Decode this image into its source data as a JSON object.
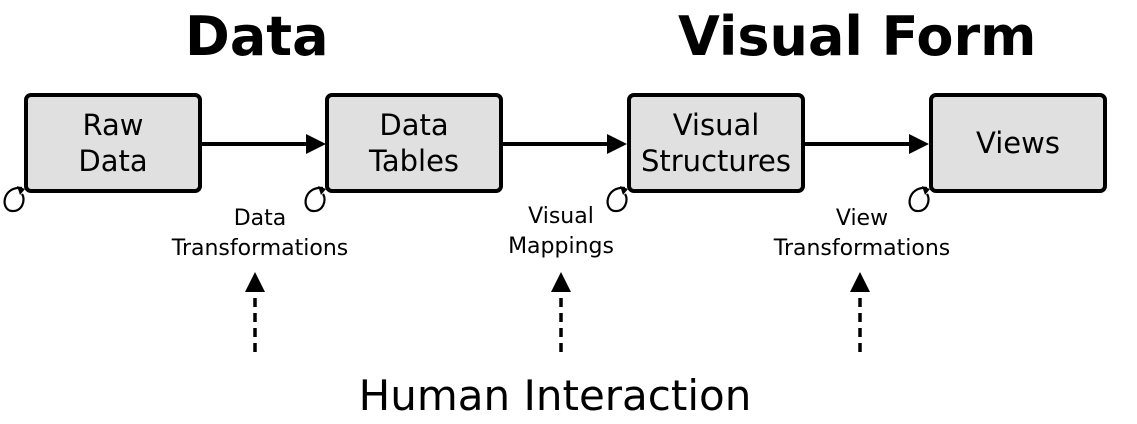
{
  "headings": {
    "data": "Data",
    "visual_form": "Visual Form"
  },
  "boxes": [
    {
      "line1": "Raw",
      "line2": "Data"
    },
    {
      "line1": "Data",
      "line2": "Tables"
    },
    {
      "line1": "Visual",
      "line2": "Structures"
    },
    {
      "line1": "Views",
      "line2": ""
    }
  ],
  "transformations": [
    {
      "line1": "Data",
      "line2": "Transformations"
    },
    {
      "line1": "Visual",
      "line2": "Mappings"
    },
    {
      "line1": "View",
      "line2": "Transformations"
    }
  ],
  "footer": "Human Interaction"
}
